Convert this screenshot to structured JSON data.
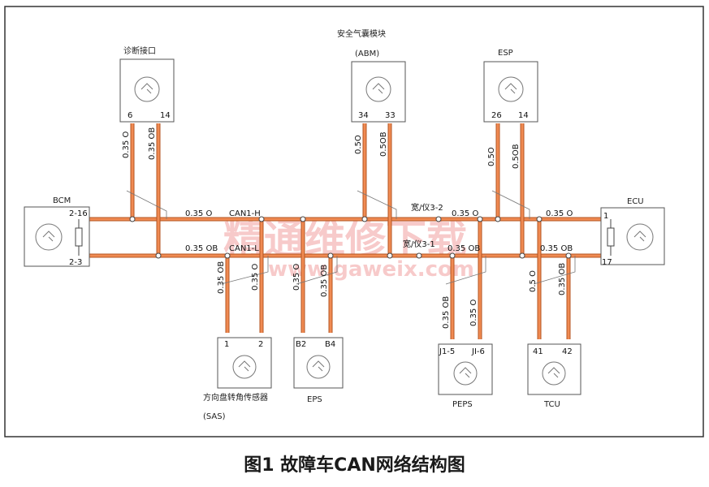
{
  "caption": "图1 故障车CAN网络结构图",
  "colors": {
    "wire": "#e97a43",
    "wire_dark": "#b35523",
    "box_stroke": "#555555",
    "frame": "#333333"
  },
  "watermark": {
    "main": "精通维修下载",
    "url": "www.gaweix.com"
  },
  "modules": [
    {
      "id": "diag",
      "label": "诊断接口",
      "label2": "",
      "pins": [
        "6",
        "14"
      ]
    },
    {
      "id": "abm",
      "label": "安全气囊模块",
      "label2": "(ABM)",
      "pins": [
        "34",
        "33"
      ]
    },
    {
      "id": "esp",
      "label": "ESP",
      "label2": "",
      "pins": [
        "26",
        "14"
      ]
    },
    {
      "id": "bcm",
      "label": "BCM",
      "label2": "",
      "pins": [
        "2-16",
        "2-3"
      ]
    },
    {
      "id": "ecu",
      "label": "ECU",
      "label2": "",
      "pins": [
        "1",
        "17"
      ]
    },
    {
      "id": "sas",
      "label": "方向盘转角传感器",
      "label2": "(SAS)",
      "pins": [
        "1",
        "2"
      ]
    },
    {
      "id": "eps",
      "label": "EPS",
      "label2": "",
      "pins": [
        "B2",
        "B4"
      ]
    },
    {
      "id": "peps",
      "label": "PEPS",
      "label2": "",
      "pins": [
        "J1-5",
        "JI-6"
      ]
    },
    {
      "id": "tcu",
      "label": "TCU",
      "label2": "",
      "pins": [
        "41",
        "42"
      ]
    }
  ],
  "wire_labels": {
    "diag_h": "0.35 O",
    "diag_l": "0.35 OB",
    "abm_h": "0.5O",
    "abm_l": "0.5OB",
    "esp_h": "0.5O",
    "esp_l": "0.5OB",
    "sas_l": "0.35 OB",
    "sas_h": "0.35 O",
    "eps_h": "0.35 O",
    "eps_l": "0.35 OB",
    "peps_l": "0.35 OB",
    "peps_h": "0.35 O",
    "tcu_h": "0.5 O",
    "tcu_l": "0.35 OB",
    "bus_h_left": "0.35 O",
    "bus_l_left": "0.35 OB",
    "bus_h_mid": "0.35 O",
    "bus_l_mid": "0.35 OB",
    "bus_h_right": "0.35 O",
    "bus_l_right": "0.35 OB"
  },
  "net_labels": {
    "can_h": "CAN1-H",
    "can_l": "CAN1-L",
    "conn_h": "宽/仪3-2",
    "conn_l": "宽/仪3-1"
  }
}
